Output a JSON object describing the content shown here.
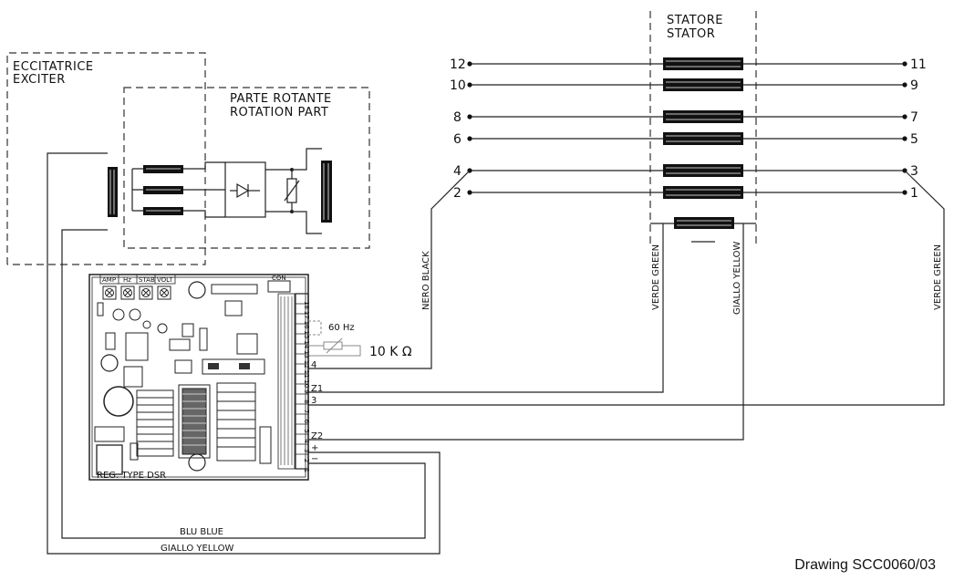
{
  "exciter": {
    "label_it": "ECCITATRICE",
    "label_en": "EXCITER"
  },
  "rotating": {
    "label_it": "PARTE ROTANTE",
    "label_en": "ROTATION PART"
  },
  "stator": {
    "label_it": "STATORE",
    "label_en": "STATOR"
  },
  "terminals_left": [
    "12",
    "10",
    "8",
    "6",
    "4",
    "2"
  ],
  "terminals_right": [
    "11",
    "9",
    "7",
    "5",
    "3",
    "1"
  ],
  "wires": {
    "nero": "NERO BLACK",
    "verde1": "VERDE GREEN",
    "giallo": "GIALLO YELLOW",
    "verde2": "VERDE GREEN",
    "blu_bottom": "BLU BLUE",
    "giallo_bottom": "GIALLO YELLOW"
  },
  "avr": {
    "reg_type": "REG. TYPE DSR",
    "freq": "60 Hz",
    "resistor": "10 K Ω",
    "term_4": "4",
    "term_z1": "Z1",
    "term_3": "3",
    "term_z2": "Z2",
    "term_plus": "+",
    "term_minus": "−",
    "trimmers": [
      "AMP",
      "Hz",
      "STAB",
      "VOLT"
    ],
    "connector_label": "CON",
    "strip_numbers": [
      "18",
      "17",
      "16",
      "15",
      "14",
      "13",
      "12",
      "11",
      "10",
      "9",
      "8",
      "7",
      "6",
      "5",
      "4",
      "3",
      "2",
      "1"
    ]
  },
  "drawing_id": "Drawing SCC0060/03"
}
